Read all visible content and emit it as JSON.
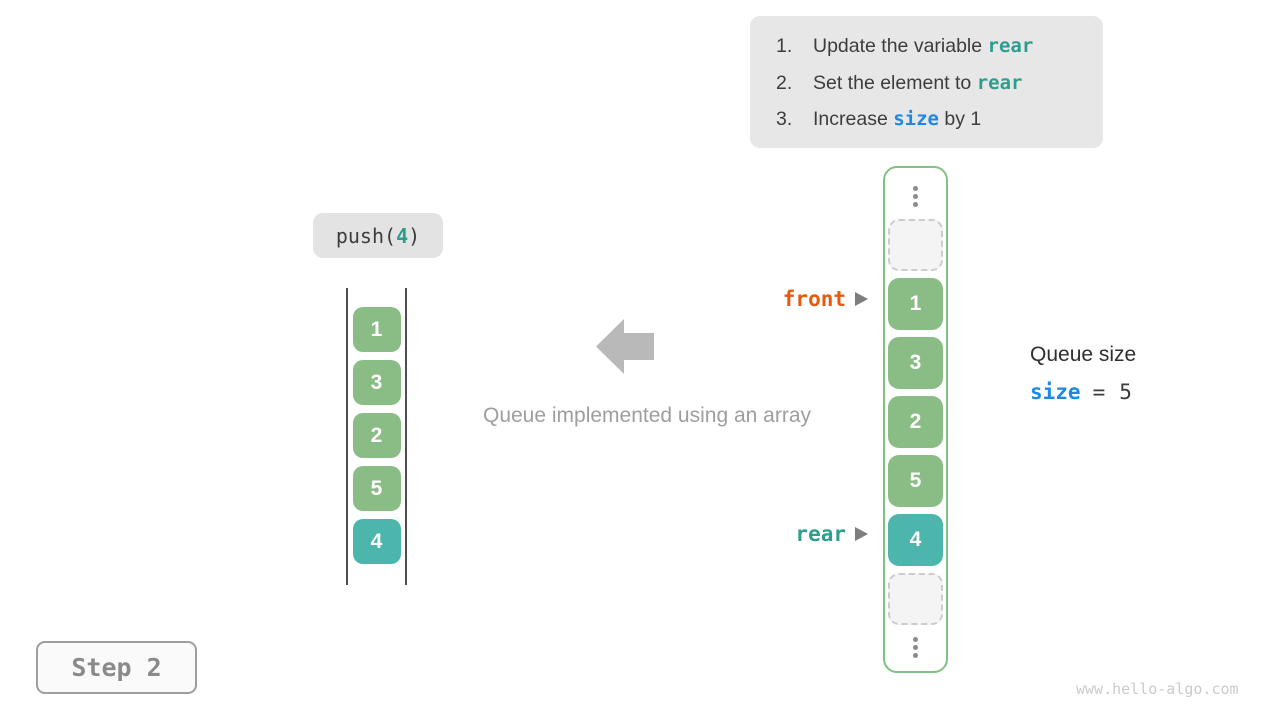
{
  "colors": {
    "code_teal": "#2e9d8e",
    "code_blue": "#1e88e5",
    "front_orange": "#e8590c",
    "cell_green": "#8abd85",
    "cell_teal": "#4db6ac",
    "array_border_green": "#82c182",
    "arrow_gray": "#b9b9b9"
  },
  "instructions": {
    "items": [
      {
        "num": "1.",
        "pre": "Update the variable ",
        "code": "rear",
        "post": ""
      },
      {
        "num": "2.",
        "pre": "Set the element to ",
        "code": "rear",
        "post": ""
      },
      {
        "num": "3.",
        "pre": "Increase ",
        "code": "size",
        "post": " by 1"
      }
    ]
  },
  "operation": {
    "prefix": "push(",
    "arg": "4",
    "suffix": ")"
  },
  "left_queue": {
    "values": [
      "1",
      "3",
      "2",
      "5",
      "4"
    ],
    "highlighted_value": "4"
  },
  "caption": "Queue implemented using an array",
  "array": {
    "cells": [
      "1",
      "3",
      "2",
      "5",
      "4"
    ],
    "highlighted_value": "4"
  },
  "pointers": {
    "front_label": "front",
    "rear_label": "rear"
  },
  "queue_size": {
    "title": "Queue size",
    "variable": "size",
    "equals": "=",
    "value": "5"
  },
  "step_label": "Step 2",
  "watermark": "www.hello-algo.com"
}
